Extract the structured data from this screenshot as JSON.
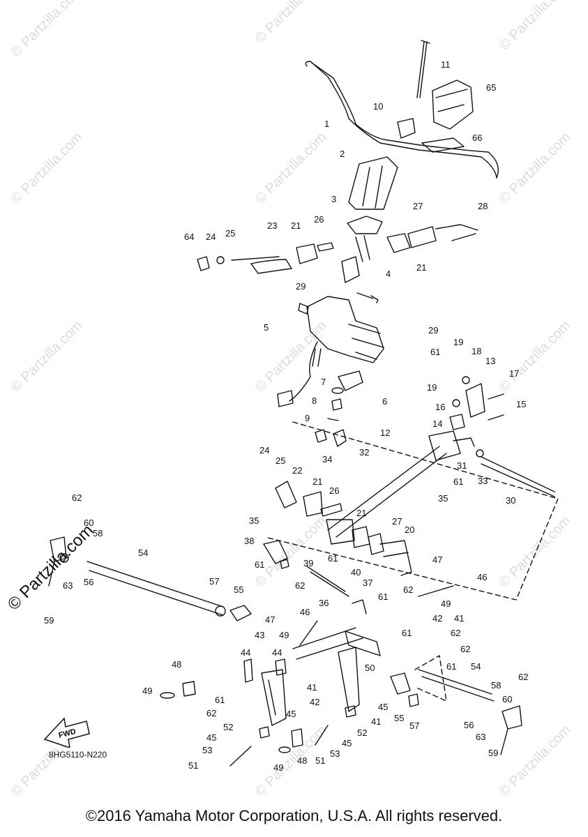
{
  "watermark": "© Partzilla.com",
  "diagram_code": "8HG5110-N220",
  "fwd_label": "FWD",
  "footer": "©2016 Yamaha Motor Corporation, U.S.A. All rights reserved.",
  "callouts": {
    "c1": "1",
    "c2": "2",
    "c3": "3",
    "c4": "4",
    "c5": "5",
    "c6": "6",
    "c7": "7",
    "c8": "8",
    "c9": "9",
    "c10": "10",
    "c11": "11",
    "c12": "12",
    "c13": "13",
    "c14": "14",
    "c15": "15",
    "c16": "16",
    "c17": "17",
    "c18": "18",
    "c19": "19",
    "c19b": "19",
    "c20": "20",
    "c21a": "21",
    "c21b": "21",
    "c21c": "21",
    "c21d": "21",
    "c22": "22",
    "c23": "23",
    "c24a": "24",
    "c24b": "24",
    "c25a": "25",
    "c25b": "25",
    "c26a": "26",
    "c26b": "26",
    "c27a": "27",
    "c27b": "27",
    "c28": "28",
    "c29a": "29",
    "c29b": "29",
    "c30": "30",
    "c31": "31",
    "c32": "32",
    "c33": "33",
    "c34": "34",
    "c35a": "35",
    "c35b": "35",
    "c36": "36",
    "c37": "37",
    "c38": "38",
    "c39": "39",
    "c40": "40",
    "c41a": "41",
    "c41b": "41",
    "c41c": "41",
    "c42a": "42",
    "c42b": "42",
    "c43": "43",
    "c44a": "44",
    "c44b": "44",
    "c45a": "45",
    "c45b": "45",
    "c45c": "45",
    "c45d": "45",
    "c46a": "46",
    "c46b": "46",
    "c47a": "47",
    "c47b": "47",
    "c48a": "48",
    "c48b": "48",
    "c49a": "49",
    "c49b": "49",
    "c49c": "49",
    "c49d": "49",
    "c50": "50",
    "c51a": "51",
    "c51b": "51",
    "c52a": "52",
    "c52b": "52",
    "c53a": "53",
    "c53b": "53",
    "c54a": "54",
    "c54b": "54",
    "c55a": "55",
    "c55b": "55",
    "c56a": "56",
    "c56b": "56",
    "c57a": "57",
    "c57b": "57",
    "c58a": "58",
    "c58b": "58",
    "c59a": "59",
    "c59b": "59",
    "c60a": "60",
    "c60b": "60",
    "c61a": "61",
    "c61b": "61",
    "c61c": "61",
    "c61d": "61",
    "c61e": "61",
    "c61f": "61",
    "c61g": "61",
    "c61h": "61",
    "c62a": "62",
    "c62b": "62",
    "c62c": "62",
    "c62d": "62",
    "c62e": "62",
    "c62f": "62",
    "c62g": "62",
    "c63a": "63",
    "c63b": "63",
    "c64": "64",
    "c65": "65",
    "c66": "66"
  }
}
